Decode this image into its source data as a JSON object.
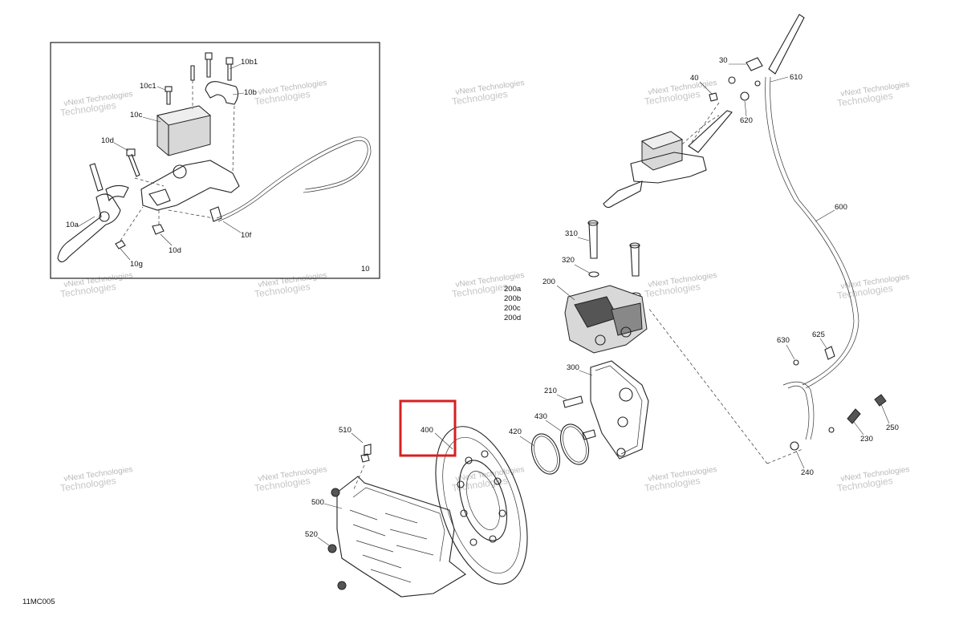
{
  "diagram": {
    "code": "11MC005",
    "watermark": {
      "line1": "vNext Technologies",
      "line2": "Technologies"
    },
    "inset": {
      "number": "10",
      "labels": [
        "10b1",
        "10c1",
        "10b",
        "10c",
        "10d",
        "10a",
        "10f",
        "10d",
        "10g"
      ]
    },
    "callouts": [
      "30",
      "40",
      "610",
      "620",
      "600",
      "310",
      "320",
      "200",
      "200a",
      "200b",
      "200c",
      "200d",
      "630",
      "625",
      "300",
      "210",
      "430",
      "420",
      "400",
      "510",
      "500",
      "520",
      "230",
      "250",
      "240"
    ],
    "highlight": {
      "part": "400",
      "color": "#d62020"
    }
  }
}
